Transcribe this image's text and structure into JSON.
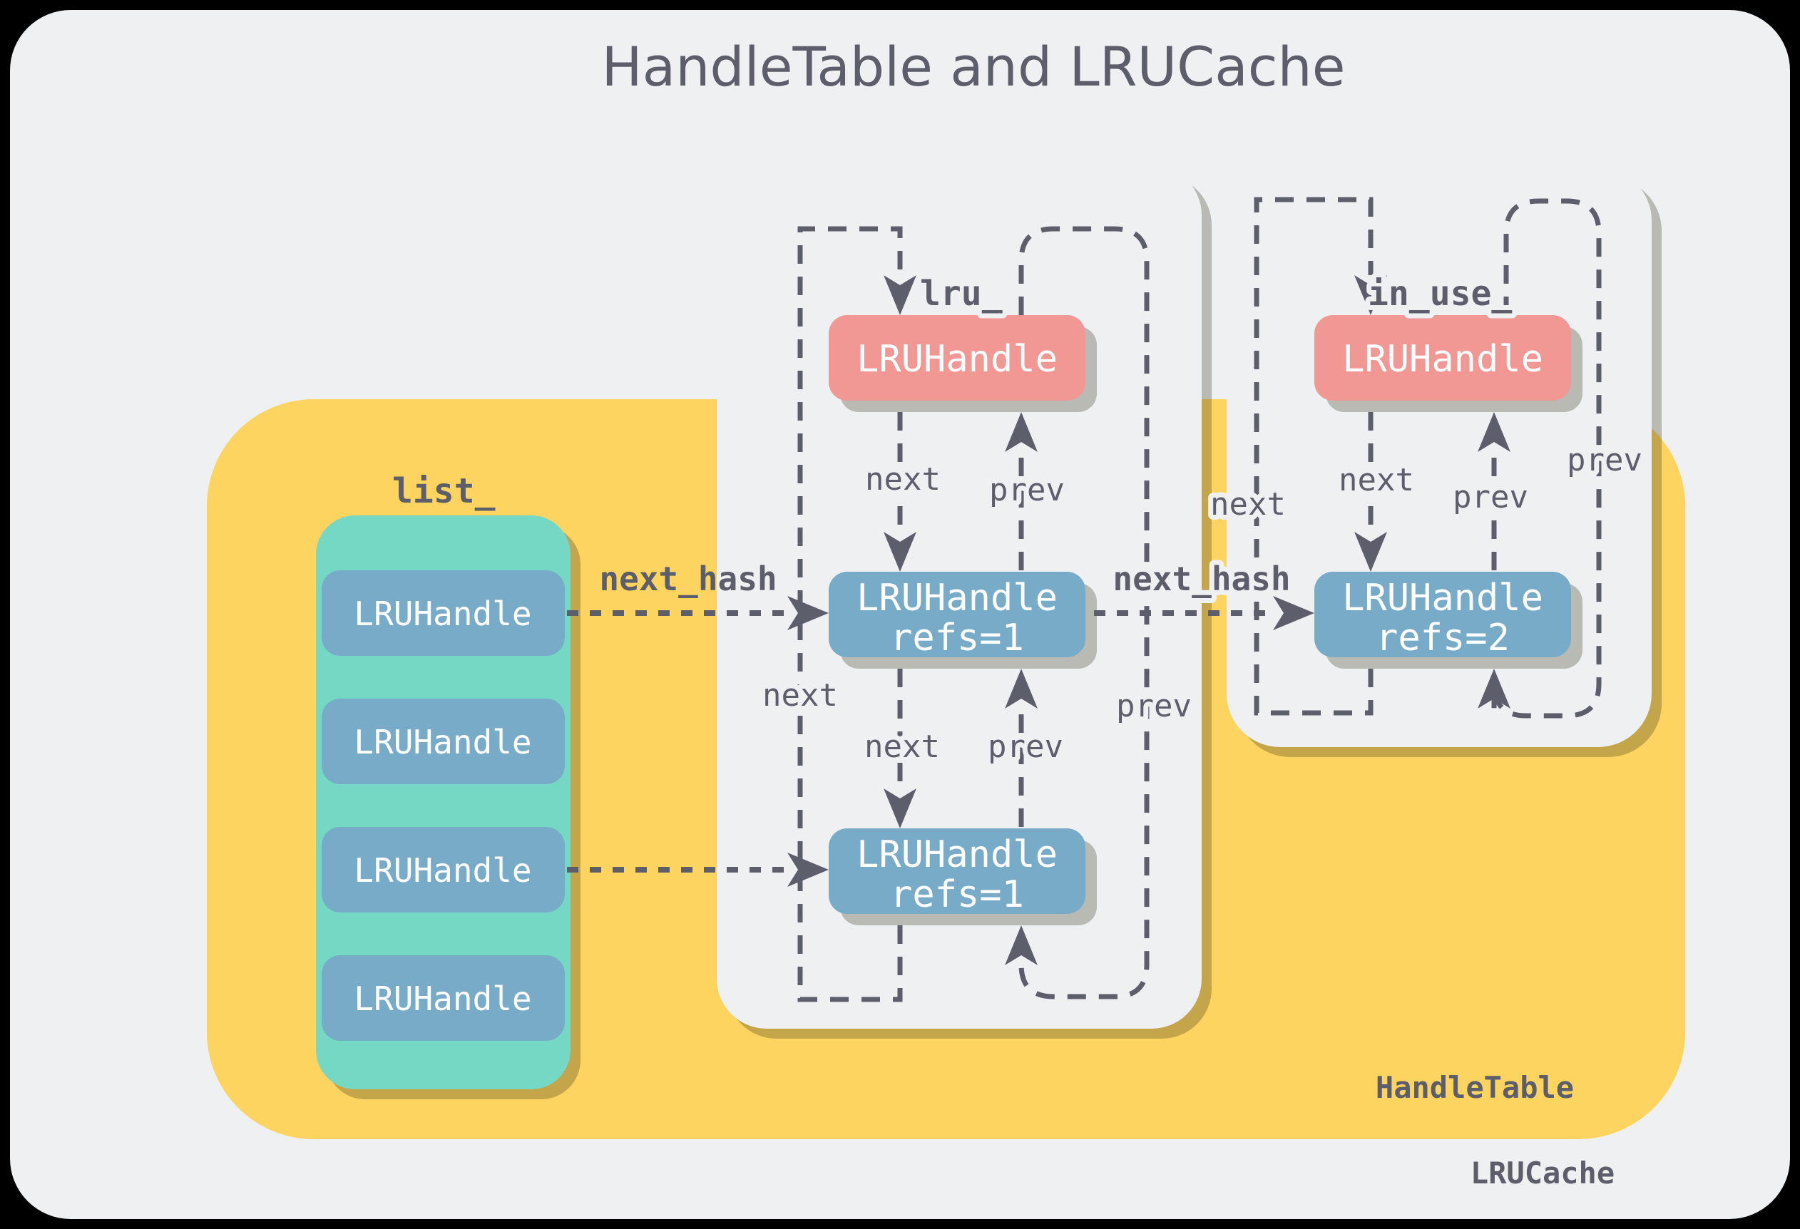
{
  "title": "HandleTable and LRUCache",
  "outer_label": "LRUCache",
  "handle_table": {
    "label": "HandleTable",
    "list": {
      "label": "list_",
      "slots": [
        "LRUHandle",
        "LRUHandle",
        "LRUHandle",
        "LRUHandle"
      ]
    }
  },
  "lru_list": {
    "pointer_label": "lru_",
    "head": {
      "name": "LRUHandle"
    },
    "node1": {
      "name": "LRUHandle",
      "refs": "refs=1"
    },
    "node2": {
      "name": "LRUHandle",
      "refs": "refs=1"
    }
  },
  "in_use_list": {
    "pointer_label": "in_use_",
    "head": {
      "name": "LRUHandle"
    },
    "node1": {
      "name": "LRUHandle",
      "refs": "refs=2"
    }
  },
  "labels": {
    "next": "next",
    "prev": "prev",
    "next_hash": "next_hash"
  },
  "colors": {
    "background": "#000000",
    "surface": "#eef0f2",
    "handle_table_yellow": "#fcd45f",
    "list_teal": "#74d8c5",
    "node_blue": "#78abc7",
    "head_pink": "#f19794",
    "ink": "#5d5e6c"
  }
}
